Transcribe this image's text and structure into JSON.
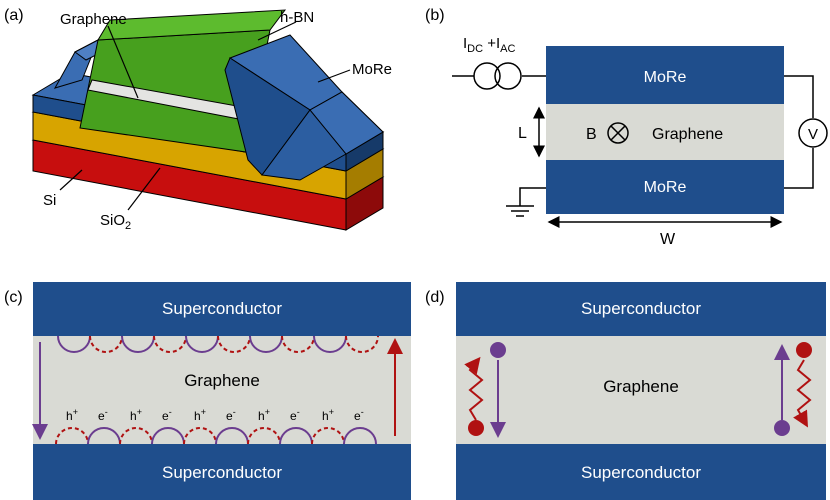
{
  "colors": {
    "blue": "#1f4e8c",
    "grey": "#d9dad4",
    "green": "#47a01e",
    "gold": "#d7a400",
    "red": "#c70e0e",
    "white_layer": "#e4e4e2",
    "purple": "#6b3d8f",
    "dark_red": "#b01212"
  },
  "panel_a": {
    "tag": "(a)",
    "labels": {
      "graphene": "Graphene",
      "hbn": "h-BN",
      "more": "MoRe",
      "si": "Si",
      "sio2_base": "SiO",
      "sio2_sub": "2"
    }
  },
  "panel_b": {
    "tag": "(b)",
    "current_source": {
      "i1": "I",
      "i1_sub": "DC",
      "plus": " +I",
      "i2_sub": "AC"
    },
    "top_electrode": "MoRe",
    "bottom_electrode": "MoRe",
    "channel": "Graphene",
    "field": "B",
    "length": "L",
    "width": "W",
    "voltmeter": "V"
  },
  "panel_c": {
    "tag": "(c)",
    "top": "Superconductor",
    "middle": "Graphene",
    "bottom": "Superconductor",
    "carriers": [
      {
        "main": "h",
        "sup": "+"
      },
      {
        "main": "e",
        "sup": "-"
      },
      {
        "main": "h",
        "sup": "+"
      },
      {
        "main": "e",
        "sup": "-"
      },
      {
        "main": "h",
        "sup": "+"
      },
      {
        "main": "e",
        "sup": "-"
      },
      {
        "main": "h",
        "sup": "+"
      },
      {
        "main": "e",
        "sup": "-"
      },
      {
        "main": "h",
        "sup": "+"
      },
      {
        "main": "e",
        "sup": "-"
      }
    ]
  },
  "panel_d": {
    "tag": "(d)",
    "top": "Superconductor",
    "middle": "Graphene",
    "bottom": "Superconductor"
  }
}
